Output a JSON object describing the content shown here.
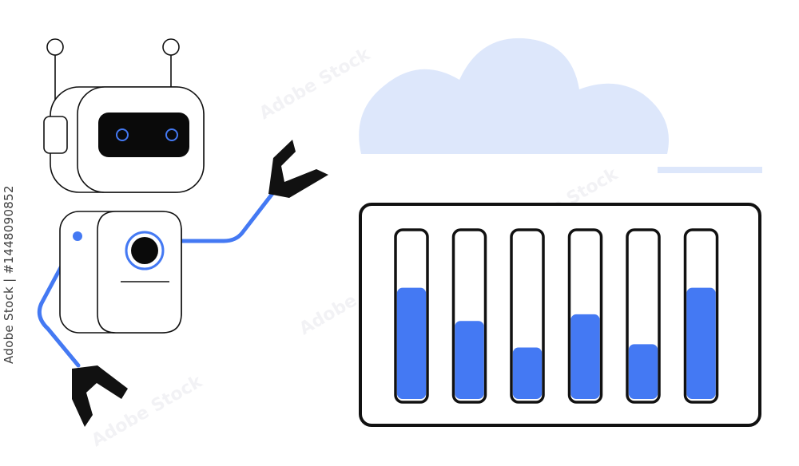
{
  "watermark": {
    "stock_id": "Adobe Stock | #1448090852",
    "text": "Adobe Stock"
  },
  "colors": {
    "accent": "#4479f3",
    "cloud": "#dde7fb",
    "outline": "#111111",
    "screen": "#0a0a0a",
    "background": "#ffffff"
  },
  "icons": {
    "robot": "robot-icon",
    "cloud": "cloud-icon",
    "dashboard": "level-gauges-icon"
  },
  "gauges": {
    "levels": [
      0.67,
      0.47,
      0.31,
      0.51,
      0.33,
      0.67
    ]
  }
}
